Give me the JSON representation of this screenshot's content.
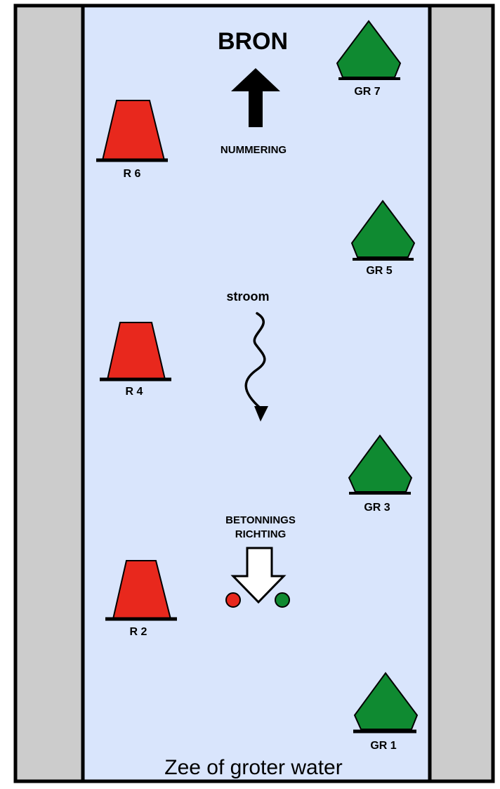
{
  "title": "BRON",
  "numbering_label": "NUMMERING",
  "current_label": "stroom",
  "buoyage_direction_label_line1": "BETONNINGS",
  "buoyage_direction_label_line2": "RICHTING",
  "bottom_label": "Zee of groter water",
  "colors": {
    "bank": "#cccccc",
    "water": "#d9e5fc",
    "red_buoy": "#e8281d",
    "green_buoy": "#0f8a31",
    "outline": "#000000"
  },
  "red_buoys": [
    {
      "label": "R 6"
    },
    {
      "label": "R 4"
    },
    {
      "label": "R 2"
    }
  ],
  "green_buoys": [
    {
      "label": "GR 7"
    },
    {
      "label": "GR 5"
    },
    {
      "label": "GR 3"
    },
    {
      "label": "GR 1"
    }
  ]
}
